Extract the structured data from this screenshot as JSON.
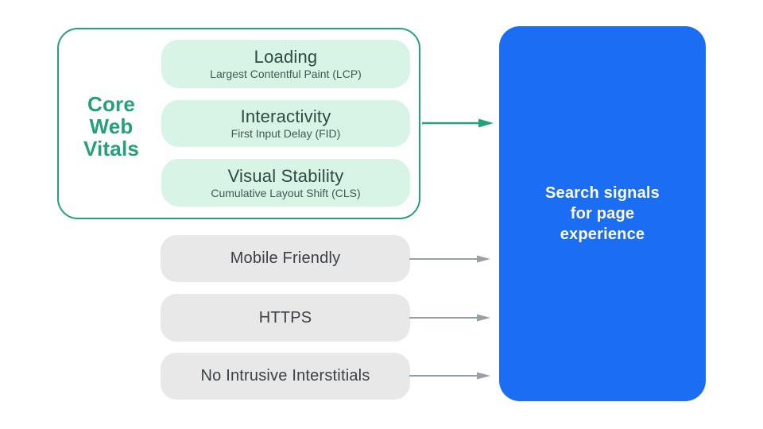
{
  "colors": {
    "green": "#24A07A",
    "green_light": "#D7F4E7",
    "green_title_text": "#2E4A41",
    "green_subtitle_text": "#3F5A51",
    "blue": "#1B6EF3",
    "white_text": "#FFFFFF",
    "gray_fill": "#E8E8E9",
    "gray_text": "#3C4043",
    "gray_arrow": "#999FA6"
  },
  "core_web_vitals": {
    "heading_lines": [
      "Core",
      "Web",
      "Vitals"
    ],
    "metrics": [
      {
        "title": "Loading",
        "subtitle": "Largest Contentful Paint (LCP)"
      },
      {
        "title": "Interactivity",
        "subtitle": "First Input Delay (FID)"
      },
      {
        "title": "Visual Stability",
        "subtitle": "Cumulative Layout Shift (CLS)"
      }
    ]
  },
  "other_signals": [
    {
      "label": "Mobile Friendly"
    },
    {
      "label": "HTTPS"
    },
    {
      "label": "No Intrusive Interstitials"
    }
  ],
  "result": {
    "lines": [
      "Search signals",
      "for page",
      "experience"
    ]
  }
}
